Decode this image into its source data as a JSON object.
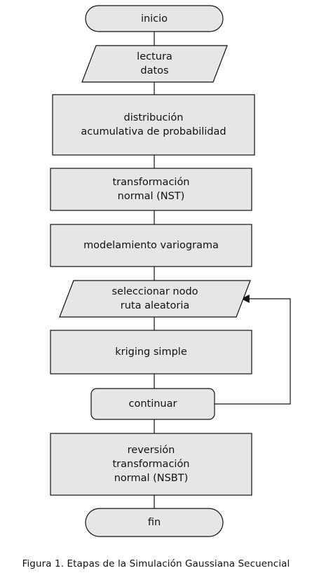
{
  "diagram": {
    "fill_color": "#e6e6e6",
    "stroke_color": "#111111",
    "nodes": [
      {
        "id": "inicio",
        "shape": "terminal",
        "text": "inicio"
      },
      {
        "id": "lectura",
        "shape": "parallelogram",
        "text": "lectura\ndatos"
      },
      {
        "id": "distribucion",
        "shape": "process",
        "text": "distribución\nacumulativa de probabilidad"
      },
      {
        "id": "transformacion",
        "shape": "process",
        "text": "transformación\nnormal (NST)"
      },
      {
        "id": "modelamiento",
        "shape": "process",
        "text": "modelamiento variograma"
      },
      {
        "id": "seleccionar",
        "shape": "parallelogram",
        "text": "seleccionar nodo\nruta aleatoria"
      },
      {
        "id": "kriging",
        "shape": "process",
        "text": "kriging simple"
      },
      {
        "id": "continuar",
        "shape": "rounded",
        "text": "continuar"
      },
      {
        "id": "reversion",
        "shape": "process",
        "text": "reversión\ntransformación\nnormal (NSBT)"
      },
      {
        "id": "fin",
        "shape": "terminal",
        "text": "fin"
      }
    ],
    "edges": [
      {
        "from": "inicio",
        "to": "lectura"
      },
      {
        "from": "lectura",
        "to": "distribucion"
      },
      {
        "from": "distribucion",
        "to": "transformacion"
      },
      {
        "from": "transformacion",
        "to": "modelamiento"
      },
      {
        "from": "modelamiento",
        "to": "seleccionar"
      },
      {
        "from": "seleccionar",
        "to": "kriging"
      },
      {
        "from": "kriging",
        "to": "continuar"
      },
      {
        "from": "continuar",
        "to": "reversion"
      },
      {
        "from": "reversion",
        "to": "fin"
      },
      {
        "from": "continuar",
        "to": "seleccionar",
        "type": "loop"
      }
    ]
  },
  "caption": "Figura 1. Etapas de la Simulación Gaussiana Secuencial"
}
